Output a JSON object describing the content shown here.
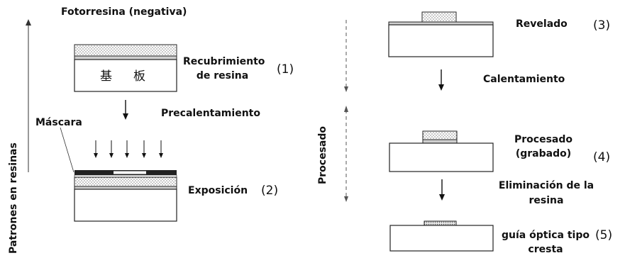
{
  "left": {
    "axis_label": "Patrones en resinas",
    "photoresist_label": "Fotorresina (negativa)",
    "substrate_text_1": "基",
    "substrate_text_2": "板",
    "step1_label_line1": "Recubrimiento",
    "step1_label_line2": "de resina",
    "step1_number": "(1)",
    "prebake_label": "Precalentamiento",
    "mask_label": "Máscara",
    "step2_label": "Exposición",
    "step2_number": "(2)"
  },
  "right": {
    "axis_label": "Procesado",
    "step3_label": "Revelado",
    "step3_number": "(3)",
    "heating_label": "Calentamiento",
    "step4_label_line1": "Procesado",
    "step4_label_line2": "(grabado)",
    "step4_number": "(4)",
    "resist_removal_line1": "Eliminación de la",
    "resist_removal_line2": "resina",
    "step5_label_line1": "guía óptica tipo",
    "step5_label_line2": "cresta",
    "step5_number": "(5)"
  }
}
